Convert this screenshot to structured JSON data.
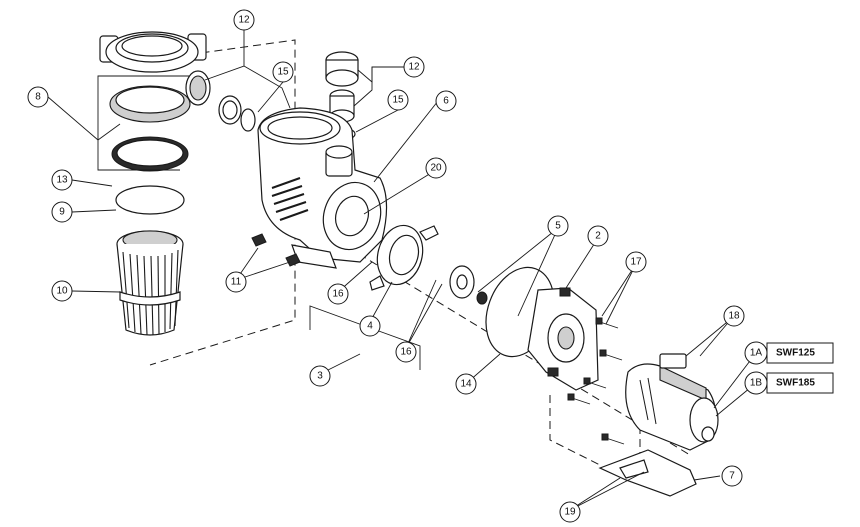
{
  "callouts": {
    "c1a": "1A",
    "c1b": "1B",
    "c2": "2",
    "c3": "3",
    "c4": "4",
    "c5": "5",
    "c6": "6",
    "c7": "7",
    "c8": "8",
    "c9": "9",
    "c10": "10",
    "c11": "11",
    "c12a": "12",
    "c12b": "12",
    "c13": "13",
    "c14": "14",
    "c15a": "15",
    "c15b": "15",
    "c16a": "16",
    "c16b": "16",
    "c17": "17",
    "c18": "18",
    "c19": "19",
    "c20": "20"
  },
  "models": {
    "m1a": "SWF125",
    "m1b": "SWF185"
  }
}
